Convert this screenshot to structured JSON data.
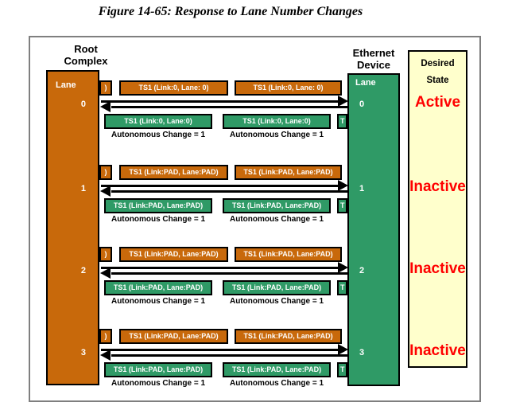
{
  "figure": {
    "title": "Figure 14-65: Response to Lane Number Changes"
  },
  "root_complex": {
    "header_line1": "Root",
    "header_line2": "Complex",
    "lane_label": "Lane"
  },
  "ethernet_device": {
    "header_line1": "Ethernet",
    "header_line2": "Device",
    "lane_label": "Lane"
  },
  "desired_state": {
    "header_line1": "Desired",
    "header_line2": "State"
  },
  "lanes": [
    {
      "number": "0",
      "upstream_ts1": "TS1 (Link:0, Lane: 0)",
      "upstream_partial": ")",
      "downstream_ts1": "TS1 (Link:0, Lane:0)",
      "downstream_partial": "T",
      "autonomous_label": "Autonomous Change = 1",
      "desired": "Active"
    },
    {
      "number": "1",
      "upstream_ts1": "TS1 (Link:PAD, Lane:PAD)",
      "upstream_partial": ")",
      "downstream_ts1": "TS1 (Link:PAD, Lane:PAD)",
      "downstream_partial": "T",
      "autonomous_label": "Autonomous Change = 1",
      "desired": "Inactive"
    },
    {
      "number": "2",
      "upstream_ts1": "TS1 (Link:PAD, Lane:PAD)",
      "upstream_partial": ")",
      "downstream_ts1": "TS1 (Link:PAD, Lane:PAD)",
      "downstream_partial": "T",
      "autonomous_label": "Autonomous Change = 1",
      "desired": "Inactive"
    },
    {
      "number": "3",
      "upstream_ts1": "TS1 (Link:PAD, Lane:PAD)",
      "upstream_partial": ")",
      "downstream_ts1": "TS1 (Link:PAD, Lane:PAD)",
      "downstream_partial": "T",
      "autonomous_label": "Autonomous Change = 1",
      "desired": "Inactive"
    }
  ],
  "colors": {
    "orange": "#C8690B",
    "green": "#2F9A66",
    "yellow": "#FFFFCC",
    "red": "#FF0000",
    "gray": "#7F7F7F"
  }
}
